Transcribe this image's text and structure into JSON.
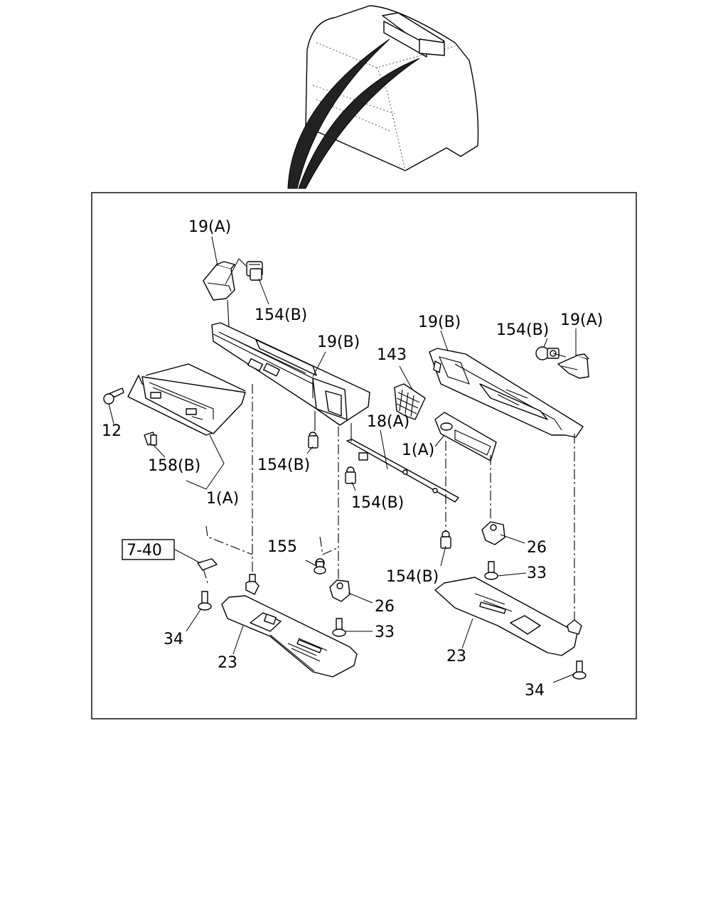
{
  "callouts": {
    "c01": "19(A)",
    "c02": "154(B)",
    "c03": "19(B)",
    "c04": "12",
    "c05": "158(B)",
    "c06": "1(A)",
    "c07": "154(B)",
    "c08": "143",
    "c09": "18(A)",
    "c10": "154(B)",
    "c11": "19(B)",
    "c12": "154(B)",
    "c13": "19(A)",
    "c14": "1(A)",
    "c15": "7-40",
    "c16": "155",
    "c17": "154(B)",
    "c18": "26",
    "c19": "33",
    "c20": "26",
    "c21": "33",
    "c22": "34",
    "c23": "23",
    "c24": "23",
    "c25": "34"
  }
}
